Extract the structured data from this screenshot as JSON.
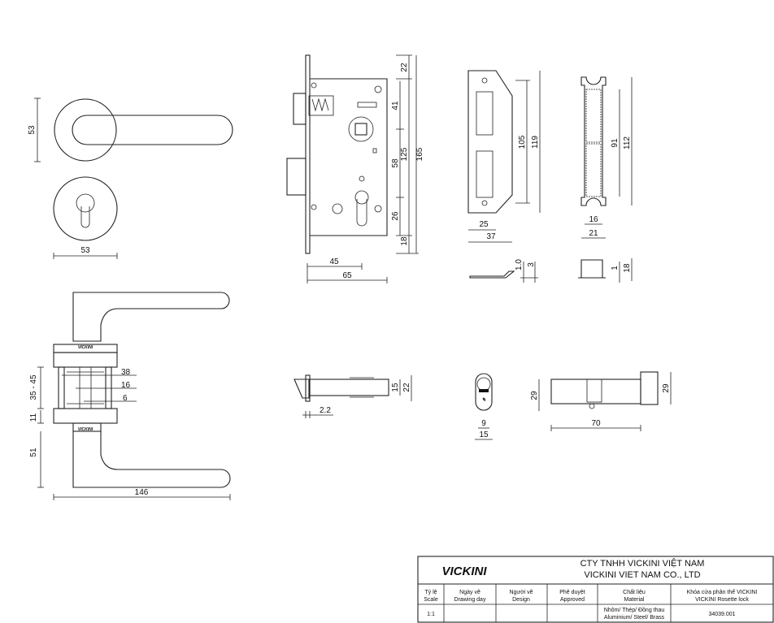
{
  "dimensions": {
    "rosette_height": "53",
    "rosette_width": "53",
    "lever_length": "146",
    "door_thickness": "35 - 45",
    "rosette_thickness": "11",
    "lever_projection": "51",
    "spindle_38": "38",
    "spindle_16": "16",
    "spindle_6": "6",
    "case_top": "22",
    "case_41": "41",
    "case_125": "125",
    "case_58": "58",
    "case_26": "26",
    "case_bottom": "18",
    "case_height": "165",
    "backset": "45",
    "case_depth": "65",
    "strike_105": "105",
    "strike_119": "119",
    "strike_25": "25",
    "strike_37": "37",
    "strike_t1": "1.0",
    "strike_t2": "3",
    "box_91": "91",
    "box_112": "112",
    "box_16": "16",
    "box_21": "21",
    "box_1": "1",
    "box_18": "18",
    "bolt_15": "15",
    "bolt_22": "22",
    "bolt_2_2": "2.2",
    "cyl_9": "9",
    "cyl_15": "15",
    "cyl_29": "29",
    "cyl_70": "70",
    "cyl_knob_29": "29"
  },
  "brand_marks": {
    "rosette_top": "VICKINI",
    "rosette_bottom": "VICKINI"
  },
  "title_block": {
    "logo": "VICKINI",
    "company_vi": "CTY TNHH VICKINI VIỆT NAM",
    "company_en": "VICKINI VIET NAM CO., LTD",
    "h_scale_vi": "Tỷ lệ",
    "h_scale_en": "Scale",
    "h_date_vi": "Ngày vẽ",
    "h_date_en": "Drawing day",
    "h_design_vi": "Người vẽ",
    "h_design_en": "Design",
    "h_approved_vi": "Phê duyệt",
    "h_approved_en": "Approved",
    "h_material_vi": "Chất liệu",
    "h_material_en": "Material",
    "h_product_vi": "Khóa cửa phân thể VICKINI",
    "h_product_en": "VICKINI Rosette lock",
    "scale": "1:1",
    "material_vi": "Nhôm/ Thép/ Đồng thau",
    "material_en": "Aluminium/ Steel/ Brass",
    "code": "34039.001"
  }
}
